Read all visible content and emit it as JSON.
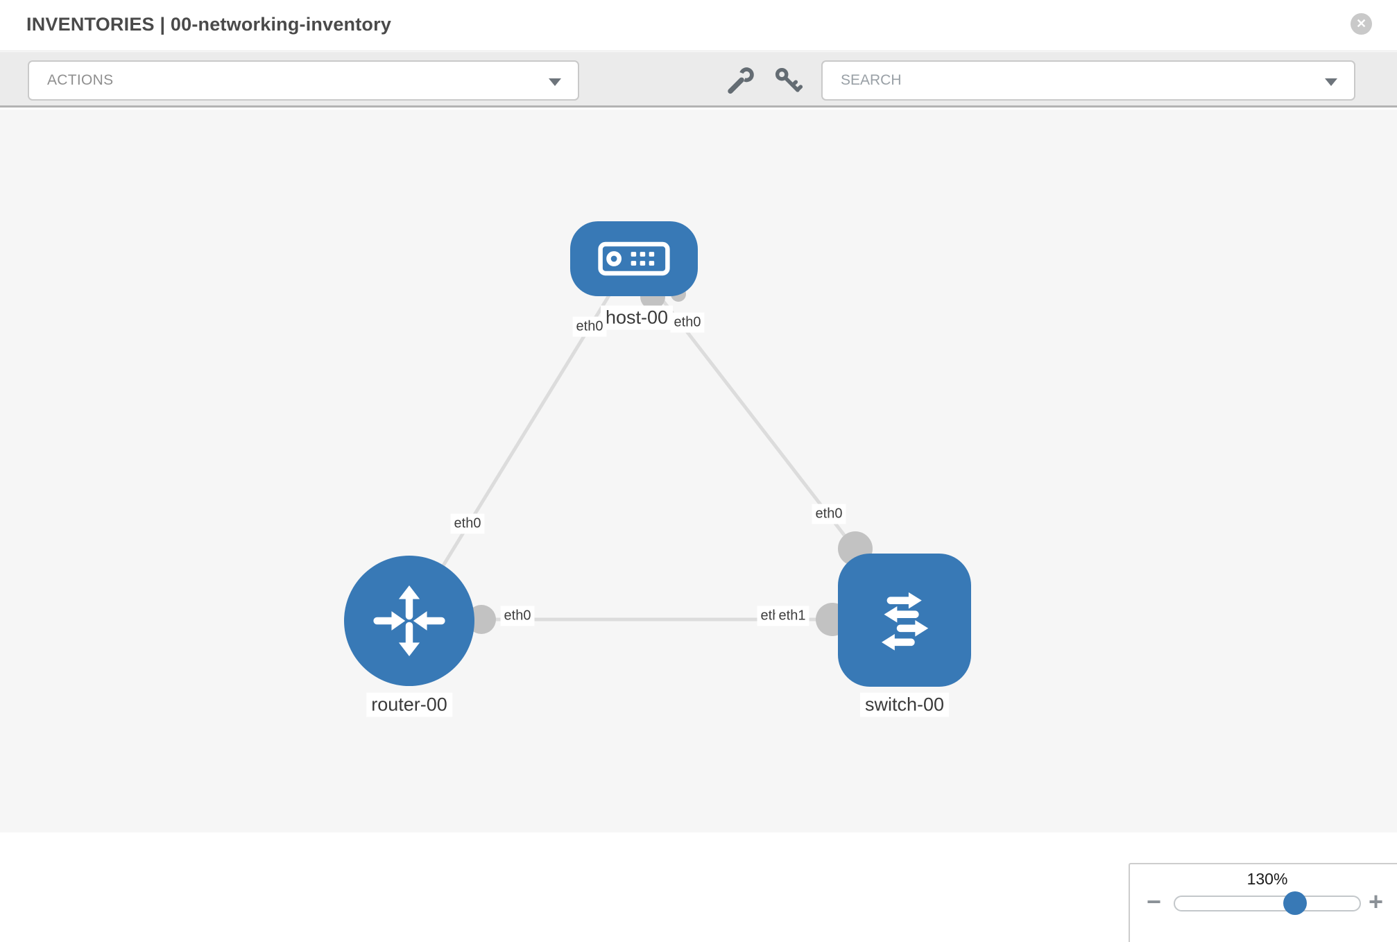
{
  "header": {
    "title": "INVENTORIES | 00-networking-inventory"
  },
  "toolbar": {
    "actions_label": "ACTIONS",
    "search_placeholder": "SEARCH",
    "icons": [
      "wrench",
      "key"
    ]
  },
  "topology": {
    "nodes": [
      {
        "name": "host-00",
        "type": "host",
        "label": "host-00"
      },
      {
        "name": "router-00",
        "type": "router",
        "label": "router-00"
      },
      {
        "name": "switch-00",
        "type": "switch",
        "label": "switch-00"
      }
    ],
    "links": [
      {
        "from": "router-00",
        "to": "host-00",
        "from_if": "eth0",
        "to_if": "eth0"
      },
      {
        "from": "host-00",
        "to": "switch-00",
        "from_if": "eth0",
        "to_if": "eth0"
      },
      {
        "from": "router-00",
        "to": "switch-00",
        "from_if": "eth0",
        "to_if": "eth1"
      }
    ],
    "interface_chips": [
      "eth0",
      "eth0",
      "eth0",
      "eth0",
      "eth0",
      "eth0",
      "eth1"
    ]
  },
  "zoom_control": {
    "value": "130%",
    "percent": 130,
    "minus_label": "−",
    "plus_label": "+"
  },
  "colors": {
    "node_blue": "#3879b6",
    "link_gray": "#dcdcdc",
    "port_gray": "#c2c2c2",
    "toolbar_bg": "#ebebeb",
    "canvas_bg": "#f6f6f6"
  }
}
